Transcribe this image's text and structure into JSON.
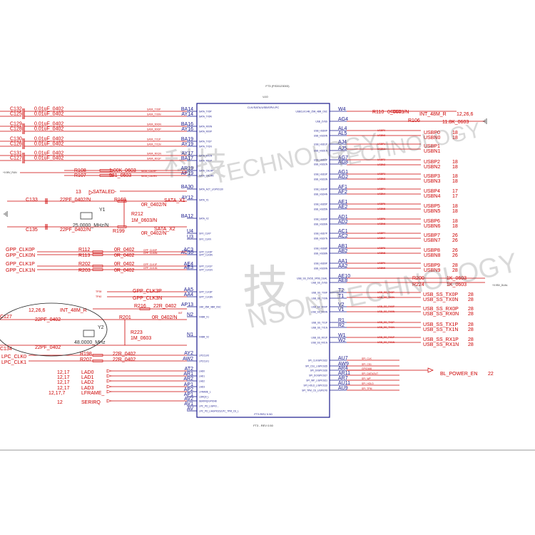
{
  "header": {
    "part_number": "FT3 (P/D0123003)",
    "ref": "U10",
    "block_title": "CLK/SATA/USB/SPI/LPC"
  },
  "footer": {
    "rev_inner": "FT3 REV 0.50",
    "rev_outer": "FT3 - REV 0.50"
  },
  "watermark": {
    "line1": "TECHNOLOGY",
    "line2": "TECHNOLOGY",
    "line3": "NSON TECHNOLOGY",
    "cjk1": "科技",
    "cjk2": "技"
  },
  "left_pins": [
    {
      "num": "BA14",
      "name": "SATA_TX0P"
    },
    {
      "num": "AY14",
      "name": "SATA_TX0N"
    },
    {
      "num": "BA16",
      "name": "SATA_RX0N"
    },
    {
      "num": "AY16",
      "name": "SATA_RX0P"
    },
    {
      "num": "BA19",
      "name": "SATA_TX1P"
    },
    {
      "num": "AY19",
      "name": "SATA_TX1N"
    },
    {
      "num": "AY17",
      "name": "SATA_RX1N"
    },
    {
      "num": "BA17",
      "name": "SATA_RX1P"
    },
    {
      "num": "AR19",
      "name": "SATA_CALRP"
    },
    {
      "num": "AP19",
      "name": "SATA_CALRN"
    },
    {
      "num": "BA30",
      "name": "SATA_ACT_L/GPIO130"
    },
    {
      "num": "AY12",
      "name": "SATA_X1"
    },
    {
      "num": "BA12",
      "name": "SATA_X2"
    },
    {
      "num": "U4",
      "name": "GFX_CLKP"
    },
    {
      "num": "U3",
      "name": "GFX_CLKN"
    },
    {
      "num": "AC3",
      "name": "GPP_CLK0P"
    },
    {
      "num": "AC10",
      "name": "GPP_CLK0N"
    },
    {
      "num": "AE4",
      "name": "GPP_CLK1P"
    },
    {
      "num": "AE3",
      "name": "GPP_CLK1N"
    },
    {
      "num": "AA5",
      "name": "GPP_CLK3P"
    },
    {
      "num": "AA4",
      "name": "GPP_CLK3N"
    },
    {
      "num": "AP13",
      "name": "14M_25M_48M_OSC"
    },
    {
      "num": "N2",
      "name": "X48M_X1"
    },
    {
      "num": "N1",
      "name": "X48M_X2"
    },
    {
      "num": "AY2",
      "name": "LPCCLK0"
    },
    {
      "num": "AW2",
      "name": "LPCCLK1"
    },
    {
      "num": "AT2",
      "name": "LAD0"
    },
    {
      "num": "AR1",
      "name": "LAD1"
    },
    {
      "num": "AR2",
      "name": "LAD2"
    },
    {
      "num": "AP1",
      "name": "LAD3"
    },
    {
      "num": "AP2",
      "name": "LFRAME_L"
    },
    {
      "num": "AP1",
      "name": "LDRQ0_L"
    },
    {
      "num": "AV2",
      "name": "SERIRQ/GPIO48"
    },
    {
      "num": "AV1",
      "name": "LPC_PD_L/GPIO..."
    },
    {
      "num": "AV",
      "name": "LPC_PD_L/AGPIO21/LPC_TPM_CS_L"
    }
  ],
  "right_pins": [
    {
      "num": "W4",
      "name": "USBCLK/14M_25M_48M_OSC"
    },
    {
      "num": "AG4",
      "name": "USB_ZVSS"
    },
    {
      "num": "AL4",
      "name": "USB_HSD0P"
    },
    {
      "num": "AL5",
      "name": "USB_HSD0N"
    },
    {
      "num": "AJ4",
      "name": "USB_HSD1P"
    },
    {
      "num": "AJ5",
      "name": "USB_HSD1N"
    },
    {
      "num": "AG7",
      "name": "USB_HSD2P"
    },
    {
      "num": "AG8",
      "name": "USB_HSD2N"
    },
    {
      "num": "AG1",
      "name": "USB_HSD3P"
    },
    {
      "num": "AG2",
      "name": "USB_HSD3N"
    },
    {
      "num": "AF1",
      "name": "USB_HSD4P"
    },
    {
      "num": "AF2",
      "name": "USB_HSD4N"
    },
    {
      "num": "AE1",
      "name": "USB_HSD5P"
    },
    {
      "num": "AE2",
      "name": "USB_HSD5N"
    },
    {
      "num": "AD1",
      "name": "USB_HSD6P"
    },
    {
      "num": "AD2",
      "name": "USB_HSD6N"
    },
    {
      "num": "AC1",
      "name": "USB_HSD7P"
    },
    {
      "num": "AC2",
      "name": "USB_HSD7N"
    },
    {
      "num": "AB1",
      "name": "USB_HSD8P"
    },
    {
      "num": "AB2",
      "name": "USB_HSD8N"
    },
    {
      "num": "AA1",
      "name": "USB_HSD9P"
    },
    {
      "num": "AA2",
      "name": "USB_HSD9N"
    },
    {
      "num": "AE10",
      "name": "USB_SS_ZVDD_0P9S_DUAL"
    },
    {
      "num": "AE8",
      "name": "USB_SS_ZVSS"
    },
    {
      "num": "T2",
      "name": "USB_SS_TX0P"
    },
    {
      "num": "T1",
      "name": "USB_SS_TX0N"
    },
    {
      "num": "V2",
      "name": "USB_SS_RX0P"
    },
    {
      "num": "V1",
      "name": "USB_SS_RX0N"
    },
    {
      "num": "R1",
      "name": "USB_SS_TX1P"
    },
    {
      "num": "R2",
      "name": "USB_SS_TX1N"
    },
    {
      "num": "W1",
      "name": "USB_SS_RX1P"
    },
    {
      "num": "W2",
      "name": "USB_SS_RX1N"
    },
    {
      "num": "AU7",
      "name": "SPI_CLK/GPIO162"
    },
    {
      "num": "AW9",
      "name": "SPI_CS1_L/GPIO165"
    },
    {
      "num": "AR4",
      "name": "SPI_DI/GPIO166"
    },
    {
      "num": "AR11",
      "name": "SPI_DO/GPIO167"
    },
    {
      "num": "AR7",
      "name": "SPI_WP_L/GPIO161"
    },
    {
      "num": "AU11",
      "name": "SPI_HOLD_L/GPIO133"
    },
    {
      "num": "AU9",
      "name": "SPI_TPM_CS_L/GPIO76"
    }
  ],
  "left_nets": [
    {
      "ref": "C132",
      "val": "0.01uF_0402",
      "net": "SATA_TX0P"
    },
    {
      "ref": "C125",
      "val": "0.01uF_0402",
      "net": "SATA_TX0N"
    },
    {
      "ref": "C129",
      "val": "0.01uF_0402",
      "net": "SATA_RX0N"
    },
    {
      "ref": "C128",
      "val": "0.01uF_0402",
      "net": "SATA_RX0P"
    },
    {
      "ref": "C130",
      "val": "0.01uF_0402",
      "net": "SATA_TX1P"
    },
    {
      "ref": "C126",
      "val": "0.01uF_0402",
      "net": "SATA_TX1N"
    },
    {
      "ref": "C131",
      "val": "0.01uF_0402",
      "net": "SATA_RX1N"
    },
    {
      "ref": "C127",
      "val": "0.01uF_0402",
      "net": "SATA_RX1P"
    }
  ],
  "calr": {
    "rail": "+0.95V_RUN",
    "r1": {
      "ref": "R108",
      "val": "1.00K_0603"
    },
    "r2": {
      "ref": "R107",
      "val": "931_0603"
    }
  },
  "sata_led": {
    "page": "13",
    "net": "SATALED-"
  },
  "sata_xtal": {
    "c1": {
      "ref": "C133",
      "val": "22PF_0402/N"
    },
    "c2": {
      "ref": "C135",
      "val": "22PF_0402/N"
    },
    "y": {
      "ref": "Y1",
      "freq": "25.0000_MHz/N"
    },
    "r_series_top": {
      "ref": "R169",
      "val": "0R_0402/N"
    },
    "r_series_bot": {
      "ref": "R199",
      "val": "0R_0402/N"
    },
    "r_par": {
      "ref": "R212",
      "val": "1M_0603/N"
    },
    "net_x1": "SATA_X1",
    "net_x2": "SATA_X2"
  },
  "clk_pairs": [
    {
      "net": "GPP_CLK0P",
      "ref": "R112",
      "val": "0R_0402",
      "label": "GPP_CLK0P"
    },
    {
      "net": "GPP_CLK0N",
      "ref": "R113",
      "val": "0R_0402",
      "label": "GPP_CLK0N"
    },
    {
      "net": "GPP_CLK1P",
      "ref": "R202",
      "val": "0R_0402",
      "label": "GPP_CLK1P"
    },
    {
      "net": "GPP_CLK1N",
      "ref": "R203",
      "val": "0R_0402",
      "label": "GPP_CLK1N"
    }
  ],
  "clk3": {
    "tag": "TP39",
    "tag2": "TP40",
    "p": "GPP_CLK3P",
    "n": "GPP_CLK3N"
  },
  "osc48": {
    "page": "12,26,6",
    "net": "INT_48M_R",
    "r_osc": {
      "ref": "R216",
      "val": "22R_0402"
    },
    "r_series": {
      "ref": "R201",
      "val": "0R_0402/N"
    },
    "r_par": {
      "ref": "R223",
      "val": "1M_0603"
    },
    "c1": {
      "ref": "C127",
      "val": "22PF_0402"
    },
    "c2": {
      "ref": "C134",
      "val": "22PF_0402"
    },
    "y": {
      "ref": "Y2",
      "freq": "48.0000_MHz"
    },
    "int_label": "INT"
  },
  "lpc_clks": [
    {
      "net": "LPC_CLK0",
      "ref": "R198",
      "val": "22R_0402"
    },
    {
      "net": "LPC_CLK1",
      "ref": "R207",
      "val": "22R_0402"
    }
  ],
  "lpc_bus": [
    {
      "page": "12,17",
      "net": "LAD0"
    },
    {
      "page": "12,17",
      "net": "LAD1"
    },
    {
      "page": "12,17",
      "net": "LAD2"
    },
    {
      "page": "12,17",
      "net": "LAD3"
    },
    {
      "page": "12,17,7",
      "net": "LFRAME_"
    },
    {
      "page": "12",
      "net": "SERIRQ"
    }
  ],
  "right_top": {
    "r_osc": {
      "ref": "R110",
      "val": "0_0603/N"
    },
    "net_osc": "INT_48M_R",
    "page_osc": "12,26,6",
    "r_zvss": {
      "ref": "R106",
      "val": "11.8K_0603"
    }
  },
  "usb2": [
    {
      "p": "USBP0",
      "n": "USBN0",
      "page": "18"
    },
    {
      "p": "USBP1",
      "n": "USBN1",
      "page": ""
    },
    {
      "p": "USBP2",
      "n": "USBN2",
      "page": "18"
    },
    {
      "p": "USBP3",
      "n": "USBN3",
      "page": "18"
    },
    {
      "p": "USBP4",
      "n": "USBN4",
      "page": "17"
    },
    {
      "p": "USBP5",
      "n": "USBN5",
      "page": "18"
    },
    {
      "p": "USBP6",
      "n": "USBN6",
      "page": "18"
    },
    {
      "p": "USBP7",
      "n": "USBN7",
      "page": "26"
    },
    {
      "p": "USBP8",
      "n": "USBN8",
      "page": "26"
    },
    {
      "p": "USBP9",
      "n": "USBN9",
      "page": "28"
    }
  ],
  "usb3_z": {
    "r1": {
      "ref": "R200",
      "val": "1K_0603"
    },
    "r2": {
      "ref": "R224",
      "val": "1K_0603"
    },
    "rail": "+0.95V_DUAL"
  },
  "usb3": [
    {
      "p": "USB_SS_TX0P",
      "n": "USB_SS_TX0N",
      "page": "28"
    },
    {
      "p": "USB_SS_RX0P",
      "n": "USB_SS_RX0N",
      "page": "28"
    },
    {
      "p": "USB_SS_TX1P",
      "n": "USB_SS_TX1N",
      "page": "28"
    },
    {
      "p": "USB_SS_RX1P",
      "n": "USB_SS_RX1N",
      "page": "28"
    }
  ],
  "spi": {
    "nets": [
      "SPI_CLK",
      "SPI_CS1",
      "GPIO166",
      "SPI_DATAOUT",
      "SPI_WP",
      "SPI_HOLD",
      "SPI_TPM"
    ],
    "out_net": "BL_POWER_EN",
    "out_page": "22"
  },
  "colors": {
    "wire": "#cc0000",
    "body": "#1a1a8c",
    "net": "#cc0000",
    "pin": "#1a1a8c"
  }
}
